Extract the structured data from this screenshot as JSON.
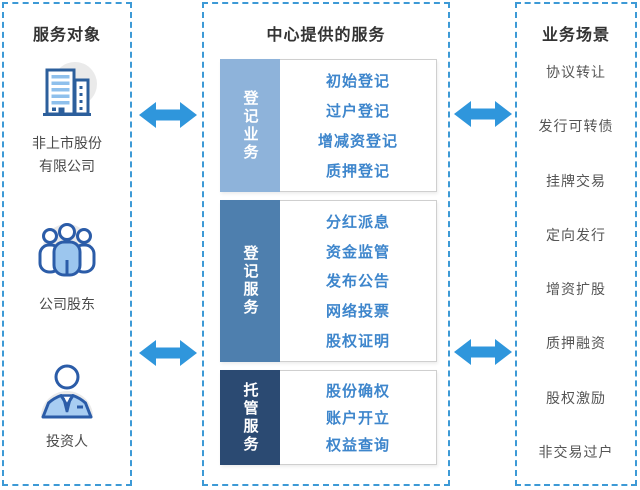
{
  "colors": {
    "dashed_border": "#3D9AD6",
    "arrow": "#2F96DC",
    "section_band_1": "#8EB3DA",
    "section_band_2": "#4E7FAE",
    "section_band_3": "#2B4A72",
    "service_item_text": "#3E86CC",
    "heading_text": "#333333",
    "label_text": "#4A4A4A",
    "scenario_text": "#555555"
  },
  "left_panel": {
    "title": "服务对象",
    "items": [
      {
        "icon": "building-icon",
        "lines": [
          "非上市股份",
          "有限公司"
        ]
      },
      {
        "icon": "shareholders-icon",
        "lines": [
          "公司股东"
        ]
      },
      {
        "icon": "investor-icon",
        "lines": [
          "投资人"
        ]
      }
    ]
  },
  "center_panel": {
    "title": "中心提供的服务",
    "sections": [
      {
        "label": "登记业务",
        "items": [
          "初始登记",
          "过户登记",
          "增减资登记",
          "质押登记"
        ]
      },
      {
        "label": "登记服务",
        "items": [
          "分红派息",
          "资金监管",
          "发布公告",
          "网络投票",
          "股权证明"
        ]
      },
      {
        "label": "托管服务",
        "items": [
          "股份确权",
          "账户开立",
          "权益查询"
        ]
      }
    ]
  },
  "right_panel": {
    "title": "业务场景",
    "items": [
      "协议转让",
      "发行可转债",
      "挂牌交易",
      "定向发行",
      "增资扩股",
      "质押融资",
      "股权激励",
      "非交易过户"
    ]
  }
}
